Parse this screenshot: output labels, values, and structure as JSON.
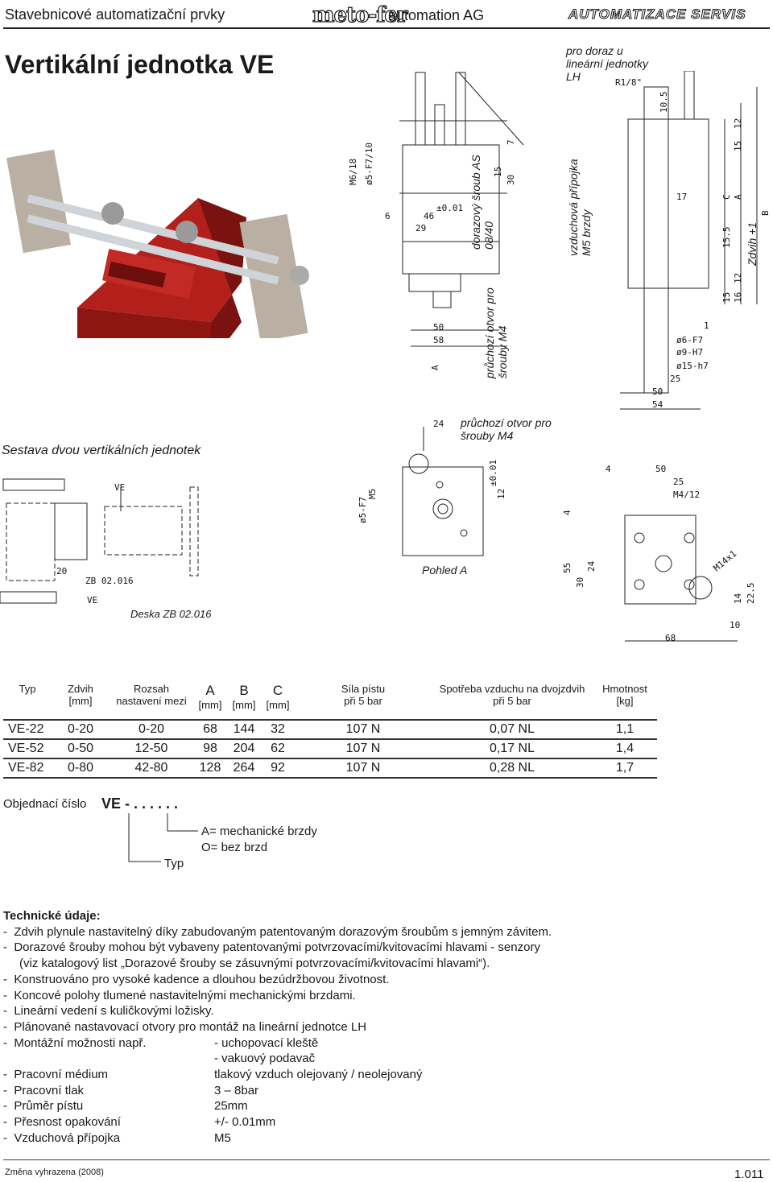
{
  "header": {
    "left": "Stavebnicové automatizační prvky",
    "brand": "meto-fer",
    "mid": "automation AG",
    "right": "AUTOMATIZACE SERVIS"
  },
  "title": "Vertikální jednotka VE",
  "drawing_labels": {
    "stop_lh": "pro doraz u lineární jednotky LH",
    "stop_screw": "dorazový šroub AS 08/40",
    "air_brake": "vzduchová přípojka M5 brzdy",
    "through_hole": "průchozí otvor pro šrouby M4",
    "through_hole_2": "průchozí otvor pro šrouby M4",
    "assembly": "Sestava dvou vertikálních jednotek",
    "plate": "Deska ZB 02.016",
    "view_a": "Pohled A",
    "stroke": "Zdvih +1",
    "ve_top": "VE",
    "ve_bottom": "VE",
    "zb": "ZB 02.016",
    "dim_20": "20",
    "r18": "R1/8\"",
    "dims_top": [
      "M6/18",
      "ø5-F7/10",
      "6",
      "46",
      "±0.01",
      "29",
      "15",
      "30",
      "7",
      "50",
      "58",
      "A"
    ],
    "dims_right": [
      "10.5",
      "15",
      "12",
      "17",
      "C",
      "A",
      "15.5",
      "B",
      "15",
      "12",
      "16",
      "1",
      "ø6-F7",
      "ø9-H7",
      "ø15-h7",
      "25",
      "50",
      "54"
    ],
    "dims_mid": [
      "24",
      "ø5-F7",
      "M5",
      "±0.01",
      "12"
    ],
    "dims_br": [
      "4",
      "50",
      "25",
      "M4/12",
      "4",
      "M14x1",
      "55",
      "30",
      "24",
      "14",
      "22.5",
      "10",
      "68"
    ]
  },
  "table": {
    "headers": [
      {
        "l1": "Typ",
        "l2": ""
      },
      {
        "l1": "Zdvih",
        "l2": "[mm]"
      },
      {
        "l1": "Rozsah",
        "l2": "nastavení mezi"
      },
      {
        "l1": "A",
        "l2": "[mm]"
      },
      {
        "l1": "B",
        "l2": "[mm]"
      },
      {
        "l1": "C",
        "l2": "[mm]"
      },
      {
        "l1": "Síla pístu",
        "l2": "při 5 bar"
      },
      {
        "l1": "Spotřeba vzduchu na dvojzdvih",
        "l2": "při 5 bar"
      },
      {
        "l1": "Hmotnost",
        "l2": "[kg]"
      }
    ],
    "rows": [
      [
        "VE-22",
        "0-20",
        "0-20",
        "68",
        "144",
        "32",
        "107 N",
        "0,07 NL",
        "1,1"
      ],
      [
        "VE-52",
        "0-50",
        "12-50",
        "98",
        "204",
        "62",
        "107 N",
        "0,17 NL",
        "1,4"
      ],
      [
        "VE-82",
        "0-80",
        "42-80",
        "128",
        "264",
        "92",
        "107 N",
        "0,28 NL",
        "1,7"
      ]
    ]
  },
  "order": {
    "label": "Objednací číslo",
    "code": "VE - . . .  . . .",
    "option_a": "A= mechanické  brzdy",
    "option_o": "O= bez brzd",
    "typ": "Typ"
  },
  "tech": {
    "heading": "Technické údaje:",
    "bullets": [
      "Zdvih plynule nastavitelný díky zabudovaným patentovaným dorazovým šroubům s jemným závitem.",
      "Dorazové šrouby mohou být vybaveny patentovanými potvrzovacími/kvitovacími hlavami - senzory",
      "(viz katalogový list „Dorazové šrouby se zásuvnými potvrzovacími/kvitovacími hlavami“).",
      "Konstruováno pro vysoké kadence a dlouhou bezúdržbovou životnost.",
      "Koncové polohy tlumené nastavitelnými mechanickými brzdami.",
      "Lineární vedení s kuličkovými ložisky.",
      "Plánované nastavovací otvory  pro montáž na lineární jednotce LH"
    ],
    "mount_k": "Montážní možnosti např.",
    "mount_v1": "- uchopovací kleště",
    "mount_v2": "- vakuový podavač",
    "specs": [
      {
        "k": "Pracovní médium",
        "v": "tlakový vzduch olejovaný / neolejovaný"
      },
      {
        "k": "Pracovní tlak",
        "v": "3 – 8bar"
      },
      {
        "k": "Průměr pístu",
        "v": "25mm"
      },
      {
        "k": "Přesnost opakování",
        "v": "+/- 0.01mm"
      },
      {
        "k": "Vzduchová přípojka",
        "v": "M5"
      }
    ]
  },
  "footer": {
    "left": "Změna vyhrazena (2008)",
    "right": "1.011"
  }
}
